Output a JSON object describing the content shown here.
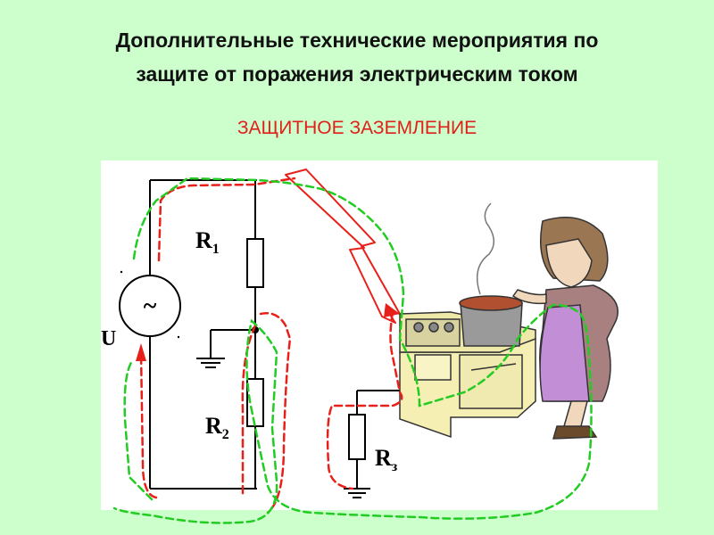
{
  "title": {
    "line1": "Дополнительные технические мероприятия по",
    "line2": "защите от поражения электрическим током"
  },
  "subtitle": "ЗАЩИТНОЕ ЗАЗЕМЛЕНИЕ",
  "diagram": {
    "source_symbol": "~",
    "voltage_label": "U",
    "r1": {
      "main": "R",
      "sub": "1"
    },
    "r2": {
      "main": "R",
      "sub": "2"
    },
    "r3": {
      "main": "R",
      "sub": "з"
    }
  },
  "colors": {
    "background": "#ccffcc",
    "title_red": "#e0201a",
    "red_path": "#e8201a",
    "green_path": "#22cc22"
  }
}
